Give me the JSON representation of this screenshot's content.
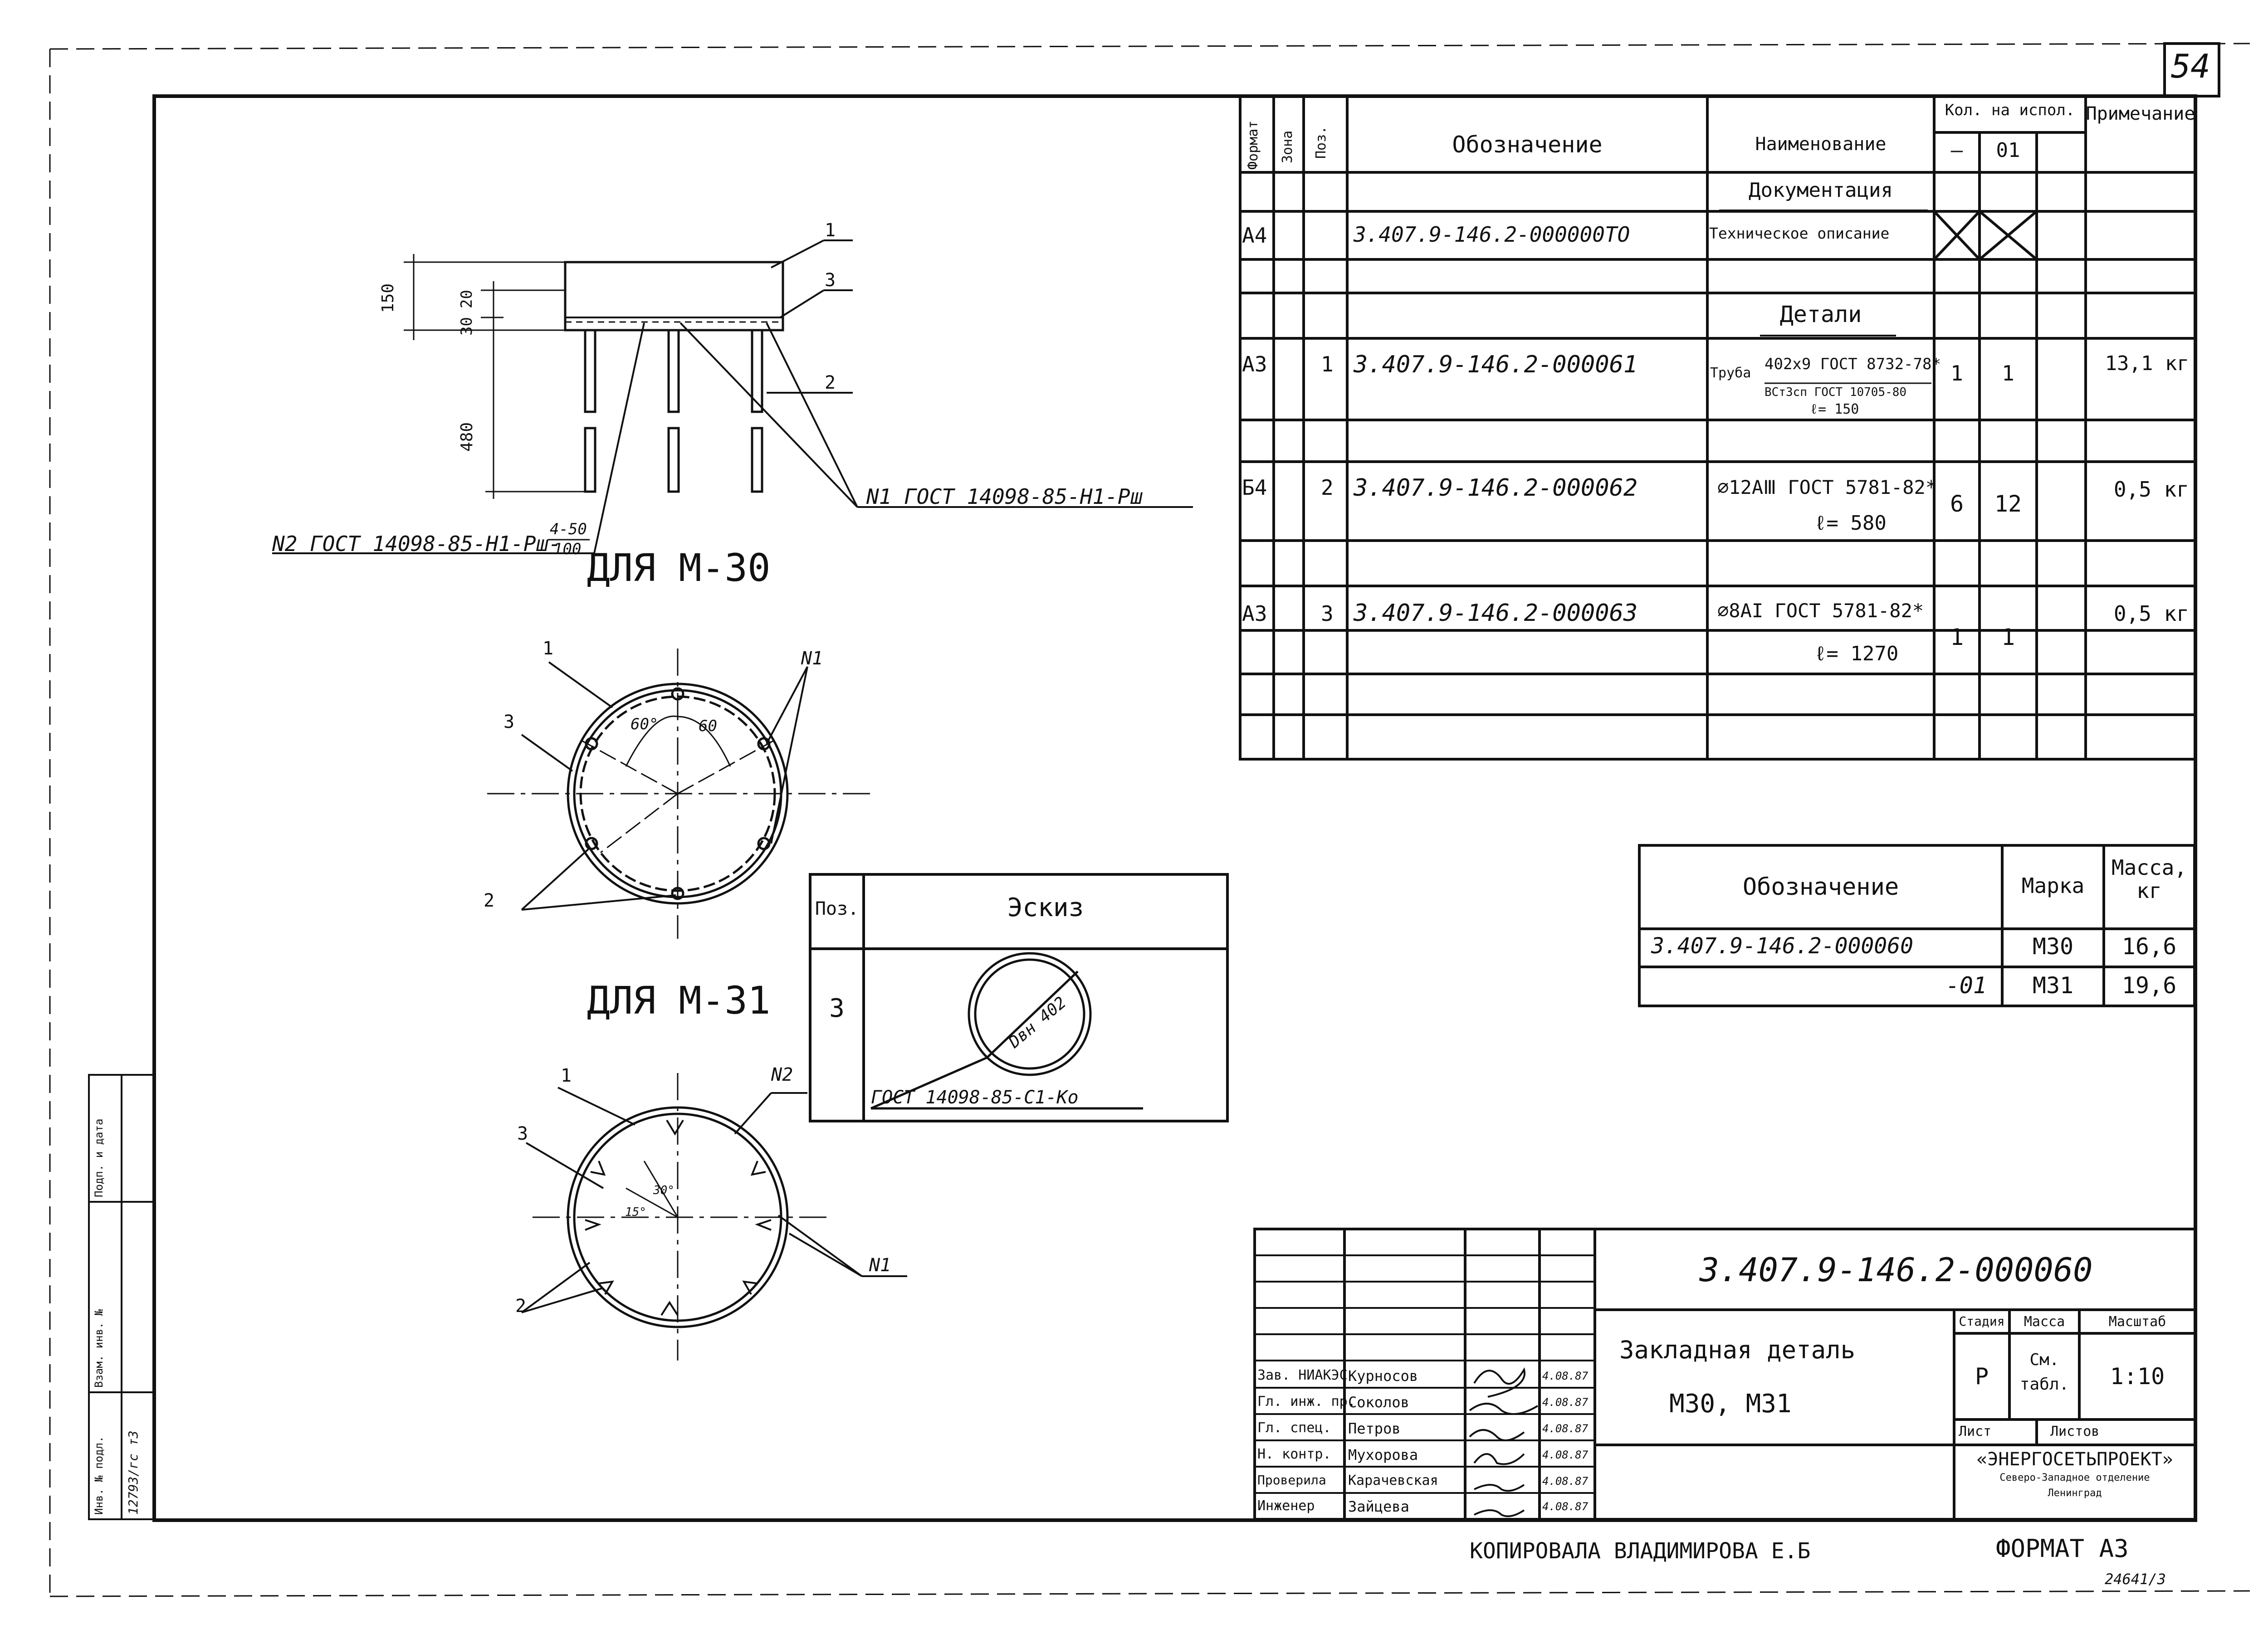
{
  "sheet": {
    "number": "54",
    "format_label": "ФОРМАТ А3",
    "copied_by": "КОПИРОВАЛА ВЛАДИМИРОВА Е.Б",
    "archive_no": "24641/3"
  },
  "drawing_m30": {
    "title": "ДЛЯ  М-30",
    "dim_150": "150",
    "dim_30": "30",
    "dim_20": "20",
    "dim_480": "480",
    "callout_1": "1",
    "callout_2": "2",
    "callout_3": "3",
    "weld_n1": "N1 ГОСТ 14098-85-Н1-Рш",
    "weld_n2": "N2 ГОСТ 14098-85-Н1-Рш-",
    "weld_n2_frac_top": "4-50",
    "weld_n2_frac_bot": "100"
  },
  "drawing_plan1": {
    "callout_1": "1",
    "callout_2": "2",
    "callout_3": "3",
    "weld": "N1",
    "angle_a": "60°",
    "angle_b": "60"
  },
  "drawing_m31": {
    "title": "ДЛЯ  М-31",
    "callout_1": "1",
    "callout_2": "2",
    "callout_3": "3",
    "weld_n1": "N1",
    "weld_n2": "N2",
    "angle_a": "15°",
    "angle_b": "30°"
  },
  "sketch_table": {
    "col_pos": "Поз.",
    "col_sketch": "Эскиз",
    "pos": "3",
    "dia": "Dвн 402",
    "weld": "ГОСТ 14098-85-С1-Ко"
  },
  "spec_table": {
    "col_format": "Формат",
    "col_zone": "Зона",
    "col_pos": "Поз.",
    "col_designation": "Обозначение",
    "col_name": "Наименование",
    "col_qty": "Кол. на испол.",
    "col_qty_a": "—",
    "col_qty_b": "01",
    "col_note": "Примечание",
    "rows": [
      {
        "format": "",
        "pos": "",
        "designation": "",
        "name": "Документация",
        "qty_a": "",
        "qty_b": "",
        "note": ""
      },
      {
        "format": "А4",
        "pos": "",
        "designation": "3.407.9-146.2-000000ТО",
        "name": "Техническое описание",
        "qty_a": "",
        "qty_b": "",
        "note": ""
      },
      {
        "format": "",
        "pos": "",
        "designation": "",
        "name": "Детали",
        "qty_a": "",
        "qty_b": "",
        "note": ""
      },
      {
        "format": "А3",
        "pos": "1",
        "designation": "3.407.9-146.2-000061",
        "name": "Труба",
        "name_top": "402х9 ГОСТ 8732-78*",
        "name_bot": "ВСт3сп ГОСТ 10705-80",
        "name_len": "ℓ= 150",
        "qty_a": "1",
        "qty_b": "1",
        "note": "13,1 кг"
      },
      {
        "format": "Б4",
        "pos": "2",
        "designation": "3.407.9-146.2-000062",
        "name": "⌀12АⅢ ГОСТ 5781-82*",
        "name_len": "ℓ= 580",
        "qty_a": "6",
        "qty_b": "12",
        "note": "0,5 кг"
      },
      {
        "format": "А3",
        "pos": "3",
        "designation": "3.407.9-146.2-000063",
        "name": "⌀8АI ГОСТ 5781-82*",
        "name_len": "ℓ= 1270",
        "qty_a": "1",
        "qty_b": "1",
        "note": "0,5 кг"
      }
    ]
  },
  "mass_table": {
    "col_designation": "Обозначение",
    "col_mark": "Марка",
    "col_mass": "Масса, кг",
    "rows": [
      {
        "designation": "3.407.9-146.2-000060",
        "mark": "М30",
        "mass": "16,6"
      },
      {
        "designation": "-01",
        "mark": "М31",
        "mass": "19,6"
      }
    ]
  },
  "title_block": {
    "code": "3.407.9-146.2-000060",
    "name_line1": "Закладная деталь",
    "name_line2": "М30, М31",
    "stage_label": "Стадия",
    "mass_label": "Масса",
    "scale_label": "Масштаб",
    "stage": "Р",
    "mass_value": "См. табл.",
    "scale": "1:10",
    "sheet_label": "Лист",
    "sheets_label": "Листов",
    "org": "«ЭНЕРГОСЕТЬПРОЕКТ»",
    "org_sub1": "Северо-Западное отделение",
    "org_sub2": "Ленинград",
    "signers": [
      {
        "role": "Зав. НИАКЭС",
        "name": "Курносов",
        "date": "4.08.87"
      },
      {
        "role": "Гл. инж. пр.",
        "name": "Соколов",
        "date": "4.08.87"
      },
      {
        "role": "Гл. спец.",
        "name": "Петров",
        "date": "4.08.87"
      },
      {
        "role": "Н. контр.",
        "name": "Мухорова",
        "date": "4.08.87"
      },
      {
        "role": "Проверила",
        "name": "Карачевская",
        "date": "4.08.87"
      },
      {
        "role": "Инженер",
        "name": "Зайцева",
        "date": "4.08.87"
      }
    ]
  },
  "side_strip": {
    "label_a": "Подп. и дата",
    "label_b": "Взам. инв. №",
    "label_c": "Инв. № подл.",
    "inv": "12793/гс т3"
  }
}
